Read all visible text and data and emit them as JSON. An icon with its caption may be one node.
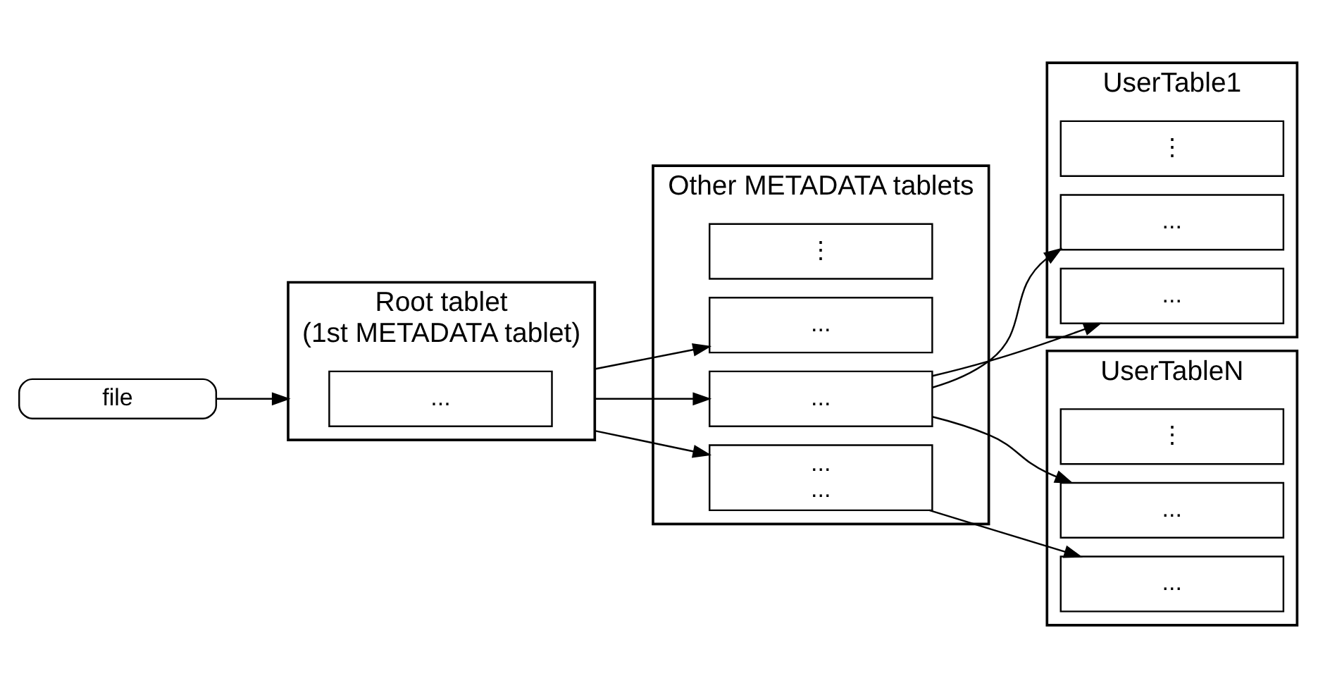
{
  "diagram": {
    "nodes": [
      {
        "text": [
          "file"
        ]
      },
      {
        "text": [
          "Root tablet",
          "(1st METADATA tablet)"
        ]
      },
      {
        "text": [
          "..."
        ],
        "in": 1
      },
      {
        "text": [
          "Other METADATA tablets"
        ]
      },
      {
        "text": [
          "..."
        ],
        "in": 3
      },
      {
        "text": [
          "...",
          "..."
        ],
        "in": 3
      },
      {
        "text": [
          "⋮"
        ],
        "in": 3
      },
      {
        "text": [
          "..."
        ],
        "in": 3
      },
      {
        "text": [
          "UserTable1"
        ]
      },
      {
        "text": [
          "..."
        ],
        "in": 8
      },
      {
        "text": [
          "..."
        ],
        "in": 8
      },
      {
        "text": [
          "⋮"
        ],
        "in": 8
      },
      {
        "text": [
          "UserTableN"
        ]
      },
      {
        "text": [
          "..."
        ],
        "in": 12
      },
      {
        "text": [
          "⋮"
        ],
        "in": 12
      },
      {
        "text": [
          "..."
        ],
        "in": 12
      }
    ],
    "edges": [
      {
        "from": 0,
        "to": 1,
        "arrow": "to"
      },
      {
        "from": 1,
        "to": 4,
        "arrow": "to"
      },
      {
        "from": 1,
        "to": 5,
        "arrow": "to"
      },
      {
        "from": 1,
        "to": 7,
        "arrow": "to"
      },
      {
        "from": 4,
        "to": 9,
        "arrow": "to"
      },
      {
        "from": 4,
        "to": 10,
        "arrow": "to"
      },
      {
        "from": 4,
        "to": 13,
        "arrow": "to"
      },
      {
        "from": 5,
        "to": 15,
        "arrow": "to"
      }
    ]
  }
}
